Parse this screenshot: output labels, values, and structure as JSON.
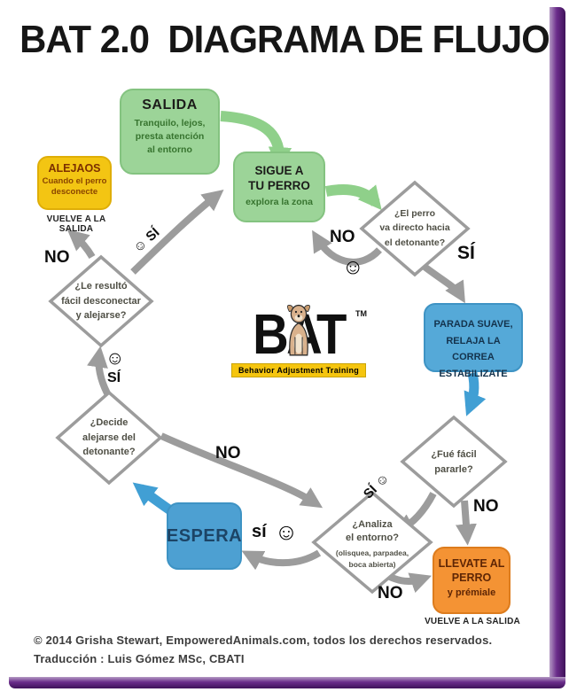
{
  "page": {
    "title": "BAT 2.0  DIAGRAMA DE FLUJO"
  },
  "nodes": {
    "salida": {
      "title": "SALIDA",
      "body": "Tranquilo, lejos,\npresta atención\nal entorno"
    },
    "sigue": {
      "title": "SIGUE A\nTU PERRO",
      "body": "explora la zona"
    },
    "alejaos": {
      "title": "ALEJAOS",
      "body": "Cuando el perro\ndesconecte",
      "note": "VUELVE A LA SALIDA"
    },
    "parada": {
      "title": "PARADA SUAVE,\nRELAJA LA CORREA\nESTABILIZATE"
    },
    "espera": {
      "title": "ESPERA"
    },
    "llevate": {
      "title": "LLEVATE AL\nPERRO",
      "body": "y prémiale",
      "note": "VUELVE A LA SALIDA"
    }
  },
  "decisions": {
    "directo": {
      "q": "¿El perro\nva directo hacia\nel detonante?"
    },
    "resulto": {
      "q": "¿Le resultó\nfácil desconectar\ny alejarse?"
    },
    "decide": {
      "q": "¿Decide\nalejarse del\ndetonante?"
    },
    "pararle": {
      "q": "¿Fué fácil\npararle?"
    },
    "analiza": {
      "q": "¿Analiza\nel entorno?",
      "sub": "(olisquea, parpadea,\nboca abierta)"
    }
  },
  "labels": {
    "directo_no": "NO",
    "directo_no_icon": "☺",
    "directo_si": "SÍ",
    "resulto_no": "NO",
    "resulto_si": "☺ SÍ",
    "decide_si_icon": "☺",
    "decide_si": "SÍ",
    "decide_no": "NO",
    "analiza_si": "sí",
    "analiza_si_icon": "☺",
    "analiza_no": "NO",
    "pararle_si": "SÍ ☺",
    "pararle_no": "NO"
  },
  "logo": {
    "text": "BAT",
    "tm": "TM",
    "banner": "Behavior Adjustment Training"
  },
  "footer": {
    "line1": "© 2014 Grisha Stewart, EmpoweredAnimals.com, todos los derechos reservados.",
    "line2": "Traducción : Luis Gómez MSc, CBATI"
  },
  "colors": {
    "box_green": "#9cd498",
    "box_yellow": "#f3c513",
    "box_blue": "#55a9d8",
    "box_orange": "#f49334",
    "arrow_gray": "#9c9c9c",
    "arrow_green": "#8fd08a",
    "arrow_blue": "#419fd4",
    "frame_purple": "#6b2d8b",
    "logo_banner_yellow": "#f5c50f"
  }
}
